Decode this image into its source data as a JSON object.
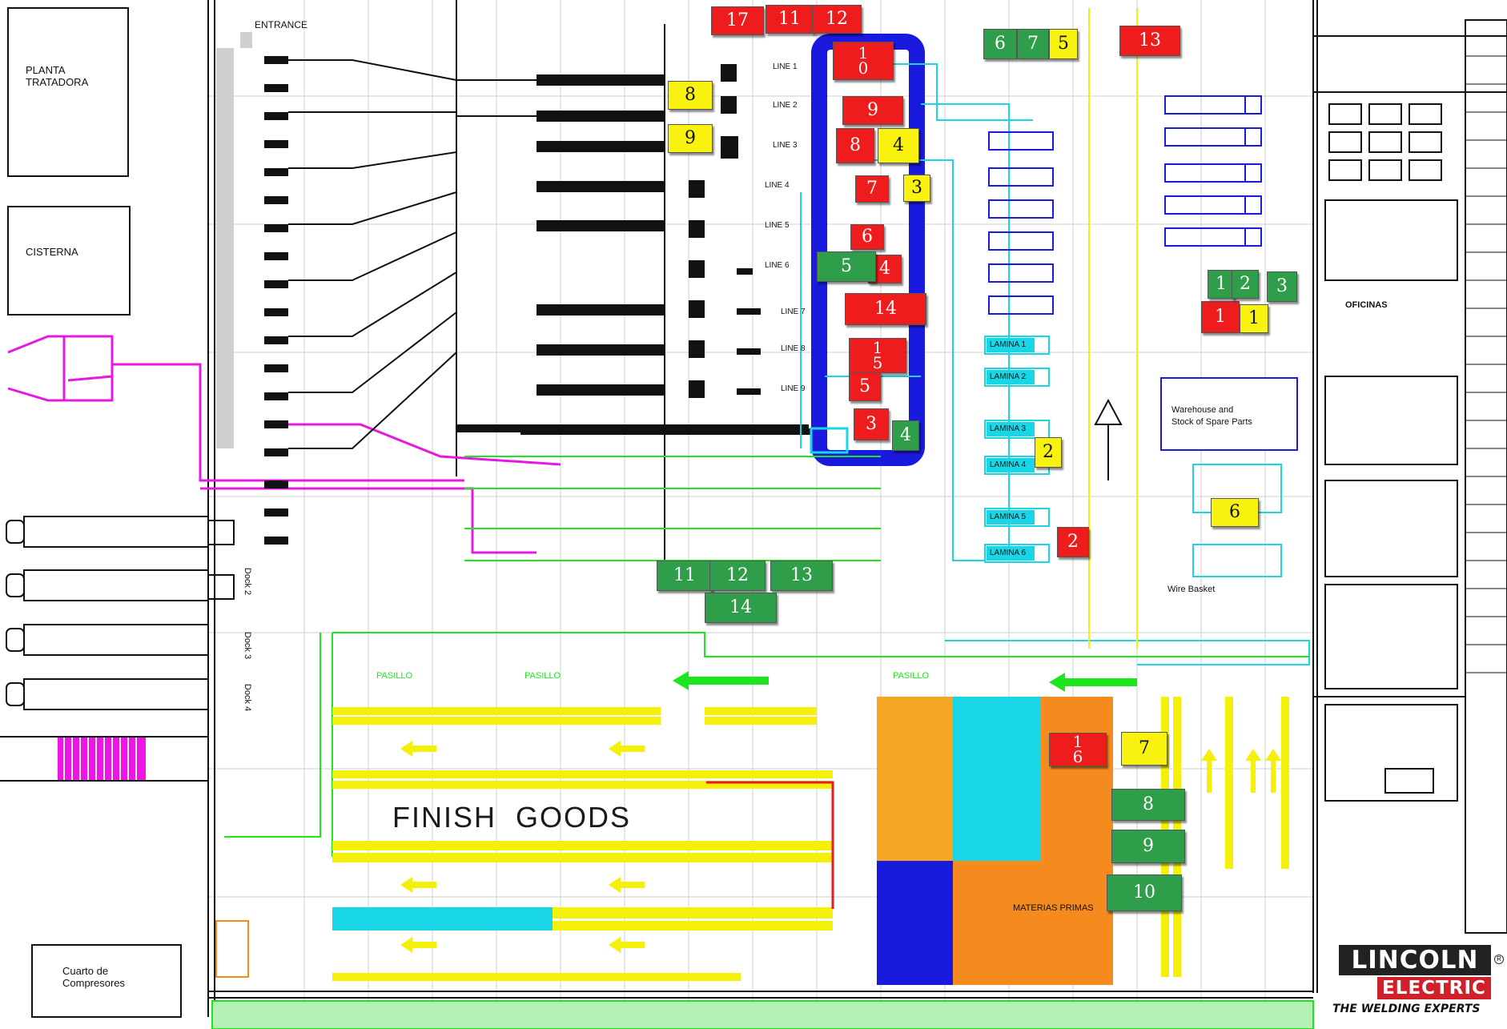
{
  "map": {
    "zones": {
      "planta_tratadora": "PLANTA\nTRATADORA",
      "cisterna": "CISTERNA",
      "cuarto_compresores": "Cuarto de\nCompresores",
      "entrance": "ENTRANCE",
      "finish_goods": "FINISH  GOODS",
      "warehouse": "Warehouse and\nStock of Spare Parts",
      "oficinas": "OFICINAS"
    },
    "docks": [
      "Dock 2",
      "Dock 3",
      "Dock 4"
    ],
    "aisle_label": "PASILLO",
    "materias_primas": "MATERIAS PRIMAS",
    "wire_basket": "Wire Basket",
    "lines": [
      "LINE 1",
      "LINE 2",
      "LINE 3",
      "LINE 4",
      "LINE 5",
      "LINE 6",
      "LINE 7",
      "LINE 8",
      "LINE 9"
    ],
    "laminas": [
      "LAMINA 1",
      "LAMINA 2",
      "LAMINA 3",
      "LAMINA 4",
      "LAMINA 5",
      "LAMINA 6"
    ]
  },
  "markers": {
    "red": [
      "17",
      "11",
      "12",
      "1\n0",
      "9",
      "8",
      "7",
      "6",
      "4",
      "14",
      "1\n5",
      "5",
      "3",
      "13",
      "1",
      "2",
      "1\n6"
    ],
    "green": [
      "6",
      "7",
      "5",
      "1",
      "2",
      "3",
      "4",
      "11",
      "12",
      "13",
      "14",
      "8",
      "9",
      "10"
    ],
    "yellow": [
      "5",
      "8",
      "9",
      "4",
      "3",
      "1",
      "2",
      "6",
      "7"
    ]
  },
  "logo": {
    "line1": "LINCOLN",
    "line2": "ELECTRIC",
    "tagline": "THE WELDING EXPERTS"
  },
  "colors": {
    "red_marker": "#ee1c1c",
    "green_marker": "#2e9e4a",
    "yellow_marker": "#f8f20e",
    "conveyor_blue": "#1a1adf",
    "cyan_lines": "#18d6e6",
    "magenta_lines": "#e619e0",
    "green_lines": "#1ee61e",
    "orange_zone": "#f58a1e",
    "gold_zone": "#f5a623",
    "yellow_racks": "#f5f00a"
  }
}
